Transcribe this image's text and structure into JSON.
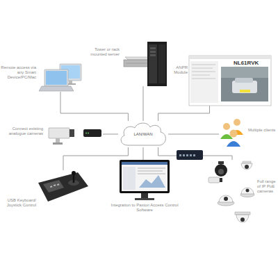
{
  "diagram": {
    "nodes": [
      {
        "text": [
          "Remote access via any Smart Device/PC/Mac"
        ]
      },
      {
        "text": [
          "Tower or rack mounted server"
        ]
      },
      {
        "text": [
          "ANPR Module"
        ]
      },
      {
        "text": [
          "Connect existing analogue cameras"
        ]
      },
      {
        "text": [
          "LAN/WAN"
        ]
      },
      {
        "text": [
          "Multiple clients"
        ]
      },
      {
        "text": [
          "USB Keyboard/ Joystick Control"
        ]
      },
      {
        "text": [
          "Integration to Paxton Access Control Software"
        ]
      },
      {
        "text": [
          "Full range of IP PoE cameras"
        ]
      }
    ],
    "edges": [
      {
        "from": 4,
        "to": 0,
        "arrow": "none"
      },
      {
        "from": 4,
        "to": 1,
        "arrow": "none"
      },
      {
        "from": 4,
        "to": 2,
        "arrow": "none"
      },
      {
        "from": 4,
        "to": 3,
        "arrow": "none"
      },
      {
        "from": 4,
        "to": 5,
        "arrow": "none"
      },
      {
        "from": 4,
        "to": 6,
        "arrow": "none"
      },
      {
        "from": 4,
        "to": 7,
        "arrow": "none"
      },
      {
        "from": 4,
        "to": 8,
        "arrow": "none"
      }
    ],
    "labels": [
      "NL61RVK"
    ]
  }
}
